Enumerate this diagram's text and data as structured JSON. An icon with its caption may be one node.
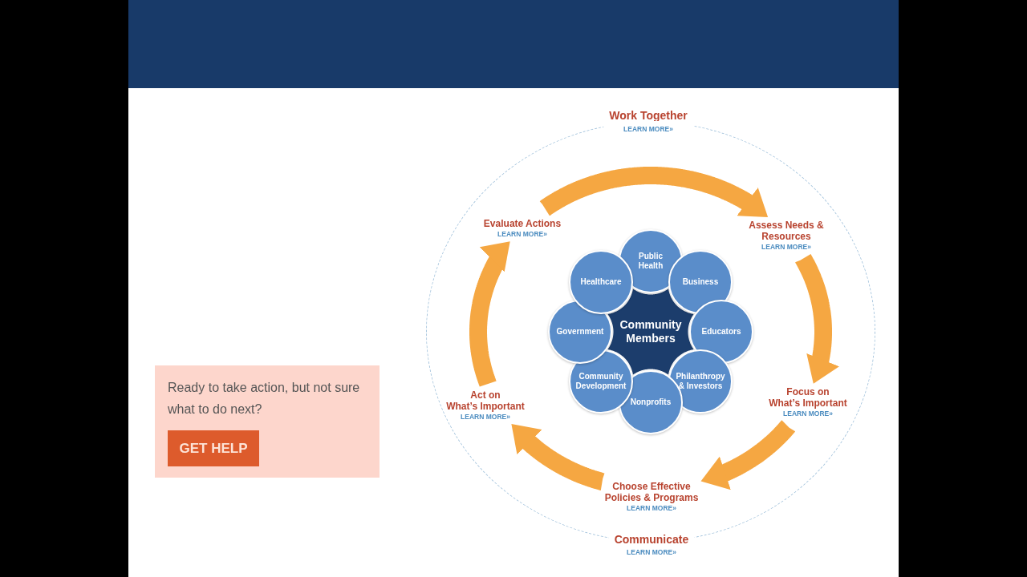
{
  "diagram": {
    "nodes": [
      {
        "text": [
          "Evaluate Actions",
          "LEARN MORE»"
        ]
      },
      {
        "text": [
          "Assess Needs & Resources",
          "LEARN MORE»"
        ]
      },
      {
        "text": [
          "Focus on What’s Important",
          "LEARN MORE»"
        ]
      },
      {
        "text": [
          "Choose Effective Policies & Programs",
          "LEARN MORE»"
        ]
      },
      {
        "text": [
          "Act on What’s Important",
          "LEARN MORE»"
        ]
      },
      {
        "text": [
          "Community Members"
        ]
      },
      {
        "text": [
          "Public Health"
        ]
      },
      {
        "text": [
          "Business"
        ]
      },
      {
        "text": [
          "Educators"
        ]
      },
      {
        "text": [
          "Philanthropy & Investors"
        ]
      },
      {
        "text": [
          "Nonprofits"
        ]
      },
      {
        "text": [
          "Community Development"
        ]
      },
      {
        "text": [
          "Government"
        ]
      },
      {
        "text": [
          "Healthcare"
        ]
      },
      {
        "text": [
          "Ready to take action, but not sure what to do next?"
        ]
      },
      {
        "text": [
          "GET HELP"
        ],
        "in": 14
      }
    ],
    "edges": [
      {
        "from": 0,
        "to": 1,
        "arrow": "to"
      },
      {
        "from": 1,
        "to": 2,
        "arrow": "to"
      },
      {
        "from": 2,
        "to": 3,
        "arrow": "to"
      },
      {
        "from": 3,
        "to": 4,
        "arrow": "to"
      },
      {
        "from": 4,
        "to": 0,
        "arrow": "to"
      }
    ],
    "labels": [
      "Work Together",
      "LEARN MORE»",
      "Communicate",
      "LEARN MORE»"
    ]
  }
}
